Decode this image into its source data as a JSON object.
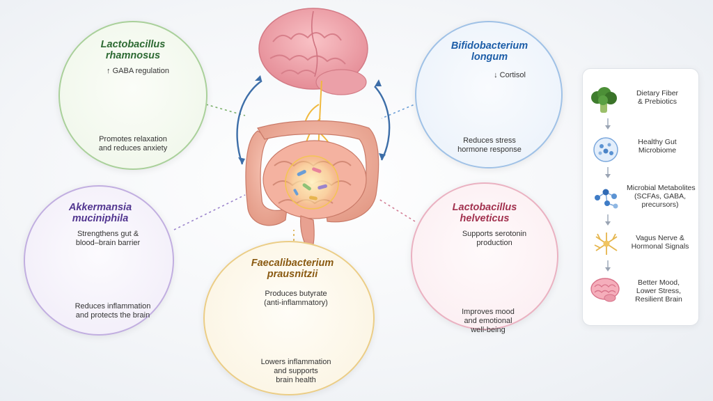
{
  "bacteria": {
    "lactobacillus_rhamnosus": {
      "name_line1": "Lactobacillus",
      "name_line2": "rhamnosus",
      "effect": "↑ GABA regulation",
      "benefit_line1": "Promotes relaxation",
      "benefit_line2": "and reduces anxiety",
      "color": "#2d6a33"
    },
    "bifidobacterium_longum": {
      "name_line1": "Bifidobacterium",
      "name_line2": "longum",
      "effect": "↓ Cortisol",
      "benefit_line1": "Reduces stress",
      "benefit_line2": "hormone response",
      "color": "#1d5ea8"
    },
    "akkermansia_muciniphila": {
      "name_line1": "Akkermansia",
      "name_line2": "muciniphila",
      "effect_line1": "Strengthens gut &",
      "effect_line2": "blood–brain barrier",
      "benefit_line1": "Reduces inflammation",
      "benefit_line2": "and protects the brain",
      "color": "#523690"
    },
    "lactobacillus_helveticus": {
      "name_line1": "Lactobacillus",
      "name_line2": "helveticus",
      "effect_line1": "Supports serotonin",
      "effect_line2": "production",
      "benefit_line1": "Improves mood",
      "benefit_line2": "and emotional",
      "benefit_line3": "well-being",
      "color": "#a2324f"
    },
    "faecalibacterium_prausnitzii": {
      "name_line1": "Faecalibacterium",
      "name_line2": "prausnitzii",
      "effect_line1": "Produces butyrate",
      "effect_line2": "(anti-inflammatory)",
      "benefit_line1": "Lowers inflammation",
      "benefit_line2": "and supports",
      "benefit_line3": "brain health",
      "color": "#8a5a12"
    }
  },
  "pathway": [
    {
      "line1": "Dietary Fiber",
      "line2": "& Prebiotics",
      "icon": "broccoli-icon"
    },
    {
      "line1": "Healthy Gut",
      "line2": "Microbiome",
      "icon": "microbiome-icon"
    },
    {
      "line1": "Microbial Metabolites",
      "line2": "(SCFAs, GABA,",
      "line3": "precursors)",
      "icon": "molecule-icon"
    },
    {
      "line1": "Vagus Nerve &",
      "line2": "Hormonal Signals",
      "icon": "neuron-icon"
    },
    {
      "line1": "Better Mood,",
      "line2": "Lower Stress,",
      "line3": "Resilient Brain",
      "icon": "brain-icon"
    }
  ]
}
